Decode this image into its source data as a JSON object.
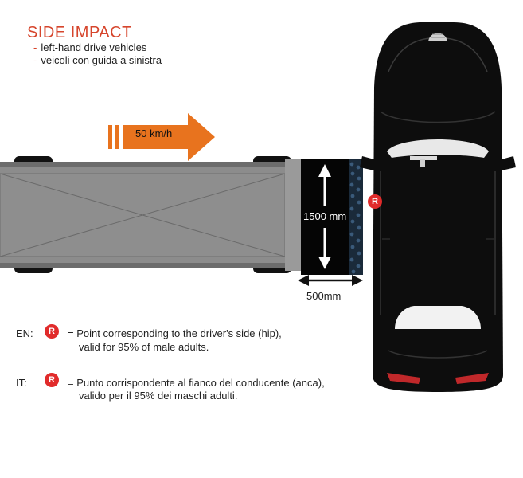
{
  "title": "SIDE IMPACT",
  "subtitle_items": [
    "left-hand drive vehicles",
    "veicoli con guida a sinistra"
  ],
  "speed_label": "50 km/h",
  "barrier_dimensions": {
    "height": "1500 mm",
    "depth": "500mm"
  },
  "r_marker": "R",
  "legend": {
    "en": {
      "lang": "EN:",
      "line1": "= Point corresponding to the driver's side (hip),",
      "line2": "valid for 95% of male adults."
    },
    "it": {
      "lang": "IT:",
      "line1": "= Punto corrispondente al fianco del conducente (anca),",
      "line2": "valido per il 95% dei maschi adulti."
    }
  },
  "colors": {
    "accent": "#d6452c",
    "arrow": "#e8731e",
    "marker": "#e12b2b",
    "car": "#0d0d0d",
    "trolley": "#8c8c8c"
  }
}
